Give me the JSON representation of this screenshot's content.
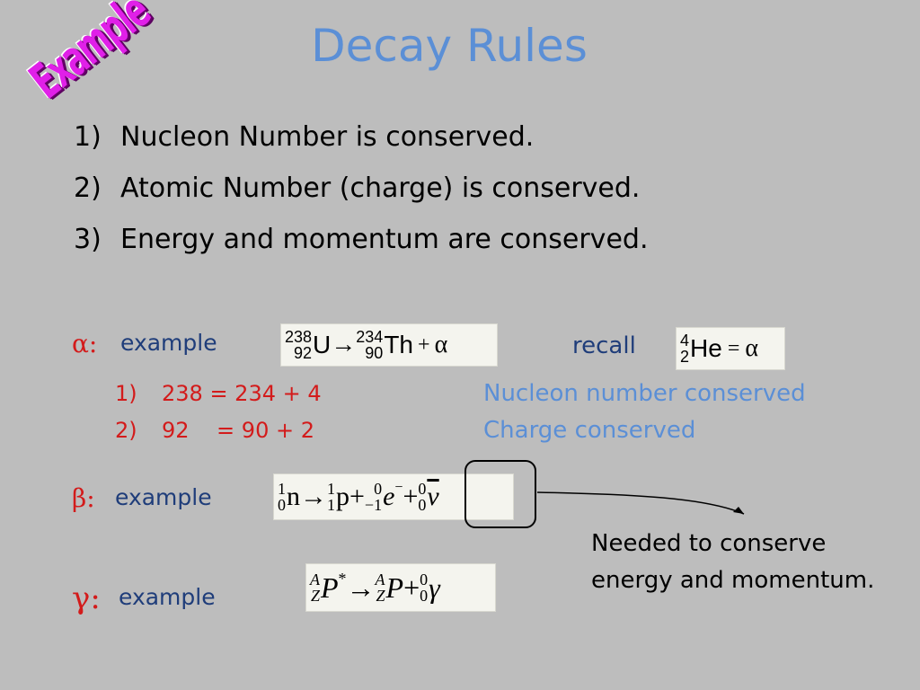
{
  "stamp": {
    "text": "Example"
  },
  "title": "Decay Rules",
  "rules": [
    {
      "num": "1)",
      "text": "Nucleon Number is conserved."
    },
    {
      "num": "2)",
      "text": "Atomic Number (charge) is conserved."
    },
    {
      "num": "3)",
      "text": "Energy and momentum are conserved."
    }
  ],
  "alpha": {
    "symbol": "α:",
    "example_label": "example",
    "eq": {
      "u_mass": "238",
      "u_z": "92",
      "u": "U",
      "arrow": "→",
      "th_mass": "234",
      "th_z": "90",
      "th": "Th",
      "plus": "+",
      "alpha": "α"
    },
    "recall_label": "recall",
    "recall": {
      "mass": "4",
      "z": "2",
      "he": "He",
      "eq": "=",
      "alpha": "α"
    },
    "checks": [
      {
        "num": "1)",
        "text": "238 = 234 + 4",
        "note": "Nucleon number conserved"
      },
      {
        "num": "2)",
        "text": "92    = 90 + 2",
        "note": "Charge conserved"
      }
    ]
  },
  "beta": {
    "symbol": "β:",
    "example_label": "example",
    "eq": {
      "n_mass": "1",
      "n_z": "0",
      "n": "n",
      "arrow": "→",
      "p_mass": "1",
      "p_z": "1",
      "p": "p",
      "plus1": "+",
      "e_mass": "0",
      "e_z": "−1",
      "e": "e",
      "e_sup": "−",
      "plus2": "+",
      "nu_mass": "0",
      "nu_z": "0",
      "nu": "ν"
    },
    "note": [
      "Needed to conserve",
      "energy and momentum."
    ]
  },
  "gamma": {
    "symbol": "γ:",
    "example_label": "example",
    "eq": {
      "a1": "A",
      "z1": "Z",
      "p1": "P",
      "star": "*",
      "arrow": "→",
      "a2": "A",
      "z2": "Z",
      "p2": "P",
      "plus": "+",
      "g_mass": "0",
      "g_z": "0",
      "g": "γ"
    }
  }
}
